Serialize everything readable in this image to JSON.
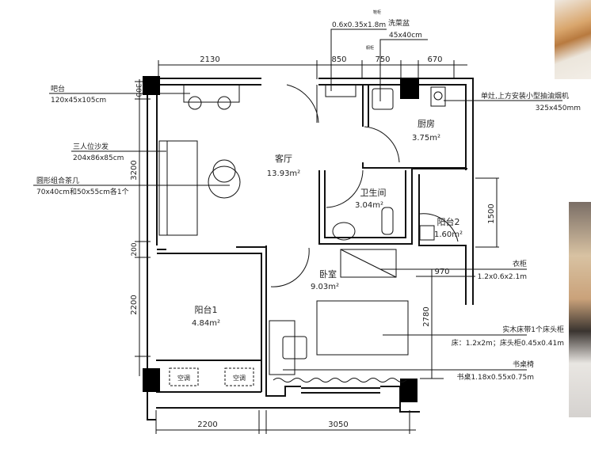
{
  "rooms": {
    "living": {
      "name": "客厅",
      "area": "13.93m²"
    },
    "kitchen": {
      "name": "厨房",
      "area": "3.75m²"
    },
    "bathroom": {
      "name": "卫生间",
      "area": "3.04m²"
    },
    "balcony2": {
      "name": "阳台2",
      "area": "1.60m²"
    },
    "bedroom": {
      "name": "卧室",
      "area": "9.03m²"
    },
    "balcony1": {
      "name": "阳台1",
      "area": "4.84m²"
    }
  },
  "ac_units": [
    "空调",
    "空调"
  ],
  "annotations": {
    "bar": {
      "name": "吧台",
      "size": "120x45x105cm"
    },
    "sofa": {
      "name": "三人位沙发",
      "size": "204x86x85cm"
    },
    "coffee_table": {
      "name": "圆形组合茶几",
      "size": "70x40cm和50x55cm各1个"
    },
    "shoe_cabinet": {
      "name": "鞋柜",
      "size": "0.6x0.35x1.8m"
    },
    "sink": {
      "name": "洗菜盆",
      "size": "45x40cm"
    },
    "cabinet": {
      "name": "橱柜"
    },
    "stove": {
      "name": "单灶,上方安装小型抽油烟机",
      "size": "325x450mm"
    },
    "wardrobe": {
      "name": "衣柜",
      "size": "1.2x0.6x2.1m"
    },
    "bed": {
      "name": "实木床带1个床头柜",
      "size": "床：1.2x2m；床头柜0.45x0.41m"
    },
    "desk": {
      "name": "书桌椅",
      "size": "书桌1.18x0.55x0.75m"
    }
  },
  "dimensions": {
    "top": [
      "2130",
      "850",
      "750",
      "670"
    ],
    "left": [
      "300",
      "3200",
      "200",
      "2200"
    ],
    "right": [
      "1500",
      "970",
      "2780"
    ],
    "bottom": [
      "2200",
      "3050"
    ]
  }
}
